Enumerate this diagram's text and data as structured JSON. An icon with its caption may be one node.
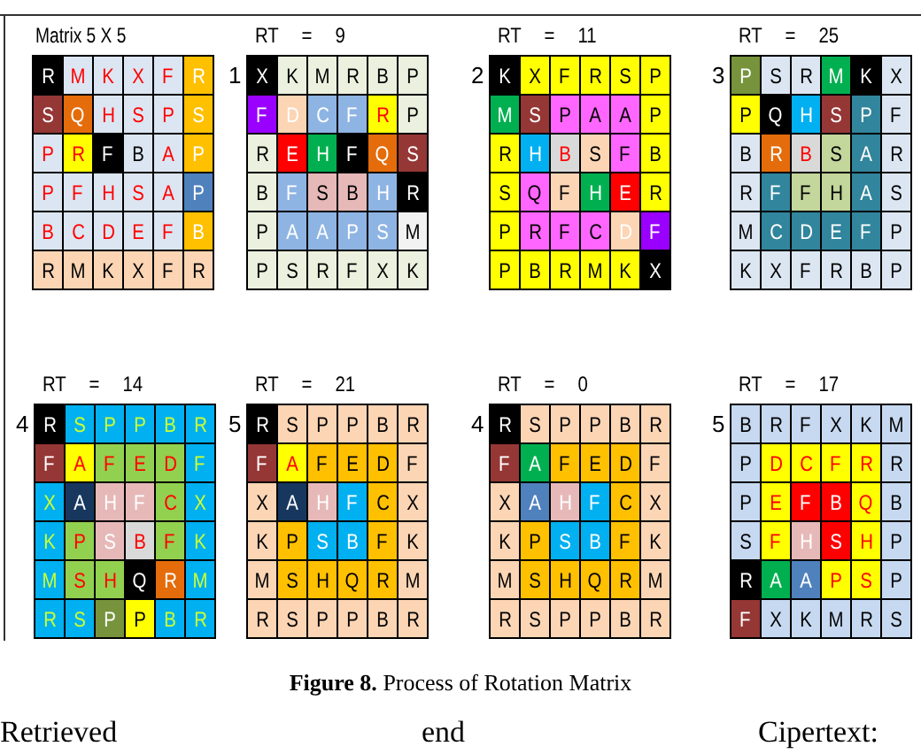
{
  "diagram": {
    "caption": "**Figure 8.** Process of Rotation Matrix",
    "nodes": [
      {
        "text": [
          "Matrix 5 X 5"
        ]
      },
      {
        "text": [
          "R"
        ],
        "in": 0
      },
      {
        "text": [
          "M"
        ],
        "in": 0
      },
      {
        "text": [
          "K"
        ],
        "in": 0
      },
      {
        "text": [
          "X"
        ],
        "in": 0
      },
      {
        "text": [
          "F"
        ],
        "in": 0
      },
      {
        "text": [
          "R"
        ],
        "in": 0
      },
      {
        "text": [
          "S"
        ],
        "in": 0
      },
      {
        "text": [
          "Q"
        ],
        "in": 0
      },
      {
        "text": [
          "H"
        ],
        "in": 0
      },
      {
        "text": [
          "S"
        ],
        "in": 0
      },
      {
        "text": [
          "P"
        ],
        "in": 0
      },
      {
        "text": [
          "S"
        ],
        "in": 0
      },
      {
        "text": [
          "P"
        ],
        "in": 0
      },
      {
        "text": [
          "R"
        ],
        "in": 0
      },
      {
        "text": [
          "F"
        ],
        "in": 0
      },
      {
        "text": [
          "B"
        ],
        "in": 0
      },
      {
        "text": [
          "A"
        ],
        "in": 0
      },
      {
        "text": [
          "P"
        ],
        "in": 0
      },
      {
        "text": [
          "P"
        ],
        "in": 0
      },
      {
        "text": [
          "F"
        ],
        "in": 0
      },
      {
        "text": [
          "H"
        ],
        "in": 0
      },
      {
        "text": [
          "S"
        ],
        "in": 0
      },
      {
        "text": [
          "A"
        ],
        "in": 0
      },
      {
        "text": [
          "P"
        ],
        "in": 0
      },
      {
        "text": [
          "B"
        ],
        "in": 0
      },
      {
        "text": [
          "C"
        ],
        "in": 0
      },
      {
        "text": [
          "D"
        ],
        "in": 0
      },
      {
        "text": [
          "E"
        ],
        "in": 0
      },
      {
        "text": [
          "F"
        ],
        "in": 0
      },
      {
        "text": [
          "B"
        ],
        "in": 0
      },
      {
        "text": [
          "R"
        ],
        "in": 0
      },
      {
        "text": [
          "M"
        ],
        "in": 0
      },
      {
        "text": [
          "K"
        ],
        "in": 0
      },
      {
        "text": [
          "X"
        ],
        "in": 0
      },
      {
        "text": [
          "F"
        ],
        "in": 0
      },
      {
        "text": [
          "R"
        ],
        "in": 0
      },
      {
        "text": [
          "RT = 9"
        ],
        "beside": [
          "1"
        ]
      },
      {
        "text": [
          "X"
        ],
        "in": 37
      },
      {
        "text": [
          "K"
        ],
        "in": 37
      },
      {
        "text": [
          "M"
        ],
        "in": 37
      },
      {
        "text": [
          "R"
        ],
        "in": 37
      },
      {
        "text": [
          "B"
        ],
        "in": 37
      },
      {
        "text": [
          "P"
        ],
        "in": 37
      },
      {
        "text": [
          "F"
        ],
        "in": 37
      },
      {
        "text": [
          "D"
        ],
        "in": 37
      },
      {
        "text": [
          "C"
        ],
        "in": 37
      },
      {
        "text": [
          "F"
        ],
        "in": 37
      },
      {
        "text": [
          "R"
        ],
        "in": 37
      },
      {
        "text": [
          "P"
        ],
        "in": 37
      },
      {
        "text": [
          "R"
        ],
        "in": 37
      },
      {
        "text": [
          "E"
        ],
        "in": 37
      },
      {
        "text": [
          "H"
        ],
        "in": 37
      },
      {
        "text": [
          "F"
        ],
        "in": 37
      },
      {
        "text": [
          "Q"
        ],
        "in": 37
      },
      {
        "text": [
          "S"
        ],
        "in": 37
      },
      {
        "text": [
          "B"
        ],
        "in": 37
      },
      {
        "text": [
          "F"
        ],
        "in": 37
      },
      {
        "text": [
          "S"
        ],
        "in": 37
      },
      {
        "text": [
          "B"
        ],
        "in": 37
      },
      {
        "text": [
          "H"
        ],
        "in": 37
      },
      {
        "text": [
          "R"
        ],
        "in": 37
      },
      {
        "text": [
          "P"
        ],
        "in": 37
      },
      {
        "text": [
          "A"
        ],
        "in": 37
      },
      {
        "text": [
          "A"
        ],
        "in": 37
      },
      {
        "text": [
          "P"
        ],
        "in": 37
      },
      {
        "text": [
          "S"
        ],
        "in": 37
      },
      {
        "text": [
          "M"
        ],
        "in": 37
      },
      {
        "text": [
          "P"
        ],
        "in": 37
      },
      {
        "text": [
          "S"
        ],
        "in": 37
      },
      {
        "text": [
          "R"
        ],
        "in": 37
      },
      {
        "text": [
          "F"
        ],
        "in": 37
      },
      {
        "text": [
          "X"
        ],
        "in": 37
      },
      {
        "text": [
          "K"
        ],
        "in": 37
      },
      {
        "text": [
          "RT = 11"
        ],
        "beside": [
          "2"
        ]
      },
      {
        "text": [
          "K"
        ],
        "in": 74
      },
      {
        "text": [
          "X"
        ],
        "in": 74
      },
      {
        "text": [
          "F"
        ],
        "in": 74
      },
      {
        "text": [
          "R"
        ],
        "in": 74
      },
      {
        "text": [
          "S"
        ],
        "in": 74
      },
      {
        "text": [
          "P"
        ],
        "in": 74
      },
      {
        "text": [
          "M"
        ],
        "in": 74
      },
      {
        "text": [
          "S"
        ],
        "in": 74
      },
      {
        "text": [
          "P"
        ],
        "in": 74
      },
      {
        "text": [
          "A"
        ],
        "in": 74
      },
      {
        "text": [
          "A"
        ],
        "in": 74
      },
      {
        "text": [
          "P"
        ],
        "in": 74
      },
      {
        "text": [
          "R"
        ],
        "in": 74
      },
      {
        "text": [
          "H"
        ],
        "in": 74
      },
      {
        "text": [
          "B"
        ],
        "in": 74
      },
      {
        "text": [
          "S"
        ],
        "in": 74
      },
      {
        "text": [
          "F"
        ],
        "in": 74
      },
      {
        "text": [
          "B"
        ],
        "in": 74
      },
      {
        "text": [
          "S"
        ],
        "in": 74
      },
      {
        "text": [
          "Q"
        ],
        "in": 74
      },
      {
        "text": [
          "F"
        ],
        "in": 74
      },
      {
        "text": [
          "H"
        ],
        "in": 74
      },
      {
        "text": [
          "E"
        ],
        "in": 74
      },
      {
        "text": [
          "R"
        ],
        "in": 74
      },
      {
        "text": [
          "P"
        ],
        "in": 74
      },
      {
        "text": [
          "R"
        ],
        "in": 74
      },
      {
        "text": [
          "F"
        ],
        "in": 74
      },
      {
        "text": [
          "C"
        ],
        "in": 74
      },
      {
        "text": [
          "D"
        ],
        "in": 74
      },
      {
        "text": [
          "F"
        ],
        "in": 74
      },
      {
        "text": [
          "P"
        ],
        "in": 74
      },
      {
        "text": [
          "B"
        ],
        "in": 74
      },
      {
        "text": [
          "R"
        ],
        "in": 74
      },
      {
        "text": [
          "M"
        ],
        "in": 74
      },
      {
        "text": [
          "K"
        ],
        "in": 74
      },
      {
        "text": [
          "X"
        ],
        "in": 74
      },
      {
        "text": [
          "RT = 25"
        ],
        "beside": [
          "3"
        ]
      },
      {
        "text": [
          "P"
        ],
        "in": 111
      },
      {
        "text": [
          "S"
        ],
        "in": 111
      },
      {
        "text": [
          "R"
        ],
        "in": 111
      },
      {
        "text": [
          "M"
        ],
        "in": 111
      },
      {
        "text": [
          "K"
        ],
        "in": 111
      },
      {
        "text": [
          "X"
        ],
        "in": 111
      },
      {
        "text": [
          "P"
        ],
        "in": 111
      },
      {
        "text": [
          "Q"
        ],
        "in": 111
      },
      {
        "text": [
          "H"
        ],
        "in": 111
      },
      {
        "text": [
          "S"
        ],
        "in": 111
      },
      {
        "text": [
          "P"
        ],
        "in": 111
      },
      {
        "text": [
          "F"
        ],
        "in": 111
      },
      {
        "text": [
          "B"
        ],
        "in": 111
      },
      {
        "text": [
          "R"
        ],
        "in": 111
      },
      {
        "text": [
          "B"
        ],
        "in": 111
      },
      {
        "text": [
          "S"
        ],
        "in": 111
      },
      {
        "text": [
          "A"
        ],
        "in": 111
      },
      {
        "text": [
          "R"
        ],
        "in": 111
      },
      {
        "text": [
          "R"
        ],
        "in": 111
      },
      {
        "text": [
          "F"
        ],
        "in": 111
      },
      {
        "text": [
          "F"
        ],
        "in": 111
      },
      {
        "text": [
          "H"
        ],
        "in": 111
      },
      {
        "text": [
          "A"
        ],
        "in": 111
      },
      {
        "text": [
          "S"
        ],
        "in": 111
      },
      {
        "text": [
          "M"
        ],
        "in": 111
      },
      {
        "text": [
          "C"
        ],
        "in": 111
      },
      {
        "text": [
          "D"
        ],
        "in": 111
      },
      {
        "text": [
          "E"
        ],
        "in": 111
      },
      {
        "text": [
          "F"
        ],
        "in": 111
      },
      {
        "text": [
          "P"
        ],
        "in": 111
      },
      {
        "text": [
          "K"
        ],
        "in": 111
      },
      {
        "text": [
          "X"
        ],
        "in": 111
      },
      {
        "text": [
          "F"
        ],
        "in": 111
      },
      {
        "text": [
          "R"
        ],
        "in": 111
      },
      {
        "text": [
          "B"
        ],
        "in": 111
      },
      {
        "text": [
          "P"
        ],
        "in": 111
      },
      {
        "text": [
          "RT = 14"
        ],
        "beside": [
          "4"
        ]
      },
      {
        "text": [
          "R"
        ],
        "in": 148
      },
      {
        "text": [
          "S"
        ],
        "in": 148
      },
      {
        "text": [
          "P"
        ],
        "in": 148
      },
      {
        "text": [
          "P"
        ],
        "in": 148
      },
      {
        "text": [
          "B"
        ],
        "in": 148
      },
      {
        "text": [
          "R"
        ],
        "in": 148
      },
      {
        "text": [
          "F"
        ],
        "in": 148
      },
      {
        "text": [
          "A"
        ],
        "in": 148
      },
      {
        "text": [
          "F"
        ],
        "in": 148
      },
      {
        "text": [
          "E"
        ],
        "in": 148
      },
      {
        "text": [
          "D"
        ],
        "in": 148
      },
      {
        "text": [
          "F"
        ],
        "in": 148
      },
      {
        "text": [
          "X"
        ],
        "in": 148
      },
      {
        "text": [
          "A"
        ],
        "in": 148
      },
      {
        "text": [
          "H"
        ],
        "in": 148
      },
      {
        "text": [
          "F"
        ],
        "in": 148
      },
      {
        "text": [
          "C"
        ],
        "in": 148
      },
      {
        "text": [
          "X"
        ],
        "in": 148
      },
      {
        "text": [
          "K"
        ],
        "in": 148
      },
      {
        "text": [
          "P"
        ],
        "in": 148
      },
      {
        "text": [
          "S"
        ],
        "in": 148
      },
      {
        "text": [
          "B"
        ],
        "in": 148
      },
      {
        "text": [
          "F"
        ],
        "in": 148
      },
      {
        "text": [
          "K"
        ],
        "in": 148
      },
      {
        "text": [
          "M"
        ],
        "in": 148
      },
      {
        "text": [
          "S"
        ],
        "in": 148
      },
      {
        "text": [
          "H"
        ],
        "in": 148
      },
      {
        "text": [
          "Q"
        ],
        "in": 148
      },
      {
        "text": [
          "R"
        ],
        "in": 148
      },
      {
        "text": [
          "M"
        ],
        "in": 148
      },
      {
        "text": [
          "R"
        ],
        "in": 148
      },
      {
        "text": [
          "S"
        ],
        "in": 148
      },
      {
        "text": [
          "P"
        ],
        "in": 148
      },
      {
        "text": [
          "P"
        ],
        "in": 148
      },
      {
        "text": [
          "B"
        ],
        "in": 148
      },
      {
        "text": [
          "R"
        ],
        "in": 148
      },
      {
        "text": [
          "RT = 21"
        ],
        "beside": [
          "5"
        ]
      },
      {
        "text": [
          "R"
        ],
        "in": 185
      },
      {
        "text": [
          "S"
        ],
        "in": 185
      },
      {
        "text": [
          "P"
        ],
        "in": 185
      },
      {
        "text": [
          "P"
        ],
        "in": 185
      },
      {
        "text": [
          "B"
        ],
        "in": 185
      },
      {
        "text": [
          "R"
        ],
        "in": 185
      },
      {
        "text": [
          "F"
        ],
        "in": 185
      },
      {
        "text": [
          "A"
        ],
        "in": 185
      },
      {
        "text": [
          "F"
        ],
        "in": 185
      },
      {
        "text": [
          "E"
        ],
        "in": 185
      },
      {
        "text": [
          "D"
        ],
        "in": 185
      },
      {
        "text": [
          "F"
        ],
        "in": 185
      },
      {
        "text": [
          "X"
        ],
        "in": 185
      },
      {
        "text": [
          "A"
        ],
        "in": 185
      },
      {
        "text": [
          "H"
        ],
        "in": 185
      },
      {
        "text": [
          "F"
        ],
        "in": 185
      },
      {
        "text": [
          "C"
        ],
        "in": 185
      },
      {
        "text": [
          "X"
        ],
        "in": 185
      },
      {
        "text": [
          "K"
        ],
        "in": 185
      },
      {
        "text": [
          "P"
        ],
        "in": 185
      },
      {
        "text": [
          "S"
        ],
        "in": 185
      },
      {
        "text": [
          "B"
        ],
        "in": 185
      },
      {
        "text": [
          "F"
        ],
        "in": 185
      },
      {
        "text": [
          "K"
        ],
        "in": 185
      },
      {
        "text": [
          "M"
        ],
        "in": 185
      },
      {
        "text": [
          "S"
        ],
        "in": 185
      },
      {
        "text": [
          "H"
        ],
        "in": 185
      },
      {
        "text": [
          "Q"
        ],
        "in": 185
      },
      {
        "text": [
          "R"
        ],
        "in": 185
      },
      {
        "text": [
          "M"
        ],
        "in": 185
      },
      {
        "text": [
          "R"
        ],
        "in": 185
      },
      {
        "text": [
          "S"
        ],
        "in": 185
      },
      {
        "text": [
          "P"
        ],
        "in": 185
      },
      {
        "text": [
          "P"
        ],
        "in": 185
      },
      {
        "text": [
          "B"
        ],
        "in": 185
      },
      {
        "text": [
          "R"
        ],
        "in": 185
      },
      {
        "text": [
          "RT = 0"
        ],
        "beside": [
          "4"
        ]
      },
      {
        "text": [
          "R"
        ],
        "in": 222
      },
      {
        "text": [
          "S"
        ],
        "in": 222
      },
      {
        "text": [
          "P"
        ],
        "in": 222
      },
      {
        "text": [
          "P"
        ],
        "in": 222
      },
      {
        "text": [
          "B"
        ],
        "in": 222
      },
      {
        "text": [
          "R"
        ],
        "in": 222
      },
      {
        "text": [
          "F"
        ],
        "in": 222
      },
      {
        "text": [
          "A"
        ],
        "in": 222
      },
      {
        "text": [
          "F"
        ],
        "in": 222
      },
      {
        "text": [
          "E"
        ],
        "in": 222
      },
      {
        "text": [
          "D"
        ],
        "in": 222
      },
      {
        "text": [
          "F"
        ],
        "in": 222
      },
      {
        "text": [
          "X"
        ],
        "in": 222
      },
      {
        "text": [
          "A"
        ],
        "in": 222
      },
      {
        "text": [
          "H"
        ],
        "in": 222
      },
      {
        "text": [
          "F"
        ],
        "in": 222
      },
      {
        "text": [
          "C"
        ],
        "in": 222
      },
      {
        "text": [
          "X"
        ],
        "in": 222
      },
      {
        "text": [
          "K"
        ],
        "in": 222
      },
      {
        "text": [
          "P"
        ],
        "in": 222
      },
      {
        "text": [
          "S"
        ],
        "in": 222
      },
      {
        "text": [
          "B"
        ],
        "in": 222
      },
      {
        "text": [
          "F"
        ],
        "in": 222
      },
      {
        "text": [
          "K"
        ],
        "in": 222
      },
      {
        "text": [
          "M"
        ],
        "in": 222
      },
      {
        "text": [
          "S"
        ],
        "in": 222
      },
      {
        "text": [
          "H"
        ],
        "in": 222
      },
      {
        "text": [
          "Q"
        ],
        "in": 222
      },
      {
        "text": [
          "R"
        ],
        "in": 222
      },
      {
        "text": [
          "M"
        ],
        "in": 222
      },
      {
        "text": [
          "R"
        ],
        "in": 222
      },
      {
        "text": [
          "S"
        ],
        "in": 222
      },
      {
        "text": [
          "P"
        ],
        "in": 222
      },
      {
        "text": [
          "P"
        ],
        "in": 222
      },
      {
        "text": [
          "B"
        ],
        "in": 222
      },
      {
        "text": [
          "R"
        ],
        "in": 222
      },
      {
        "text": [
          "RT = 17"
        ],
        "beside": [
          "5"
        ]
      },
      {
        "text": [
          "B"
        ],
        "in": 259
      },
      {
        "text": [
          "R"
        ],
        "in": 259
      },
      {
        "text": [
          "F"
        ],
        "in": 259
      },
      {
        "text": [
          "X"
        ],
        "in": 259
      },
      {
        "text": [
          "K"
        ],
        "in": 259
      },
      {
        "text": [
          "M"
        ],
        "in": 259
      },
      {
        "text": [
          "P"
        ],
        "in": 259
      },
      {
        "text": [
          "D"
        ],
        "in": 259
      },
      {
        "text": [
          "C"
        ],
        "in": 259
      },
      {
        "text": [
          "F"
        ],
        "in": 259
      },
      {
        "text": [
          "R"
        ],
        "in": 259
      },
      {
        "text": [
          "R"
        ],
        "in": 259
      },
      {
        "text": [
          "P"
        ],
        "in": 259
      },
      {
        "text": [
          "E"
        ],
        "in": 259
      },
      {
        "text": [
          "F"
        ],
        "in": 259
      },
      {
        "text": [
          "B"
        ],
        "in": 259
      },
      {
        "text": [
          "Q"
        ],
        "in": 259
      },
      {
        "text": [
          "B"
        ],
        "in": 259
      },
      {
        "text": [
          "S"
        ],
        "in": 259
      },
      {
        "text": [
          "F"
        ],
        "in": 259
      },
      {
        "text": [
          "H"
        ],
        "in": 259
      },
      {
        "text": [
          "S"
        ],
        "in": 259
      },
      {
        "text": [
          "H"
        ],
        "in": 259
      },
      {
        "text": [
          "P"
        ],
        "in": 259
      },
      {
        "text": [
          "R"
        ],
        "in": 259
      },
      {
        "text": [
          "A"
        ],
        "in": 259
      },
      {
        "text": [
          "A"
        ],
        "in": 259
      },
      {
        "text": [
          "P"
        ],
        "in": 259
      },
      {
        "text": [
          "S"
        ],
        "in": 259
      },
      {
        "text": [
          "P"
        ],
        "in": 259
      },
      {
        "text": [
          "F"
        ],
        "in": 259
      },
      {
        "text": [
          "X"
        ],
        "in": 259
      },
      {
        "text": [
          "K"
        ],
        "in": 259
      },
      {
        "text": [
          "M"
        ],
        "in": 259
      },
      {
        "text": [
          "R"
        ],
        "in": 259
      },
      {
        "text": [
          "S"
        ],
        "in": 259
      }
    ],
    "labels": [
      "Retrieved",
      "end",
      "Cipertext:"
    ]
  }
}
